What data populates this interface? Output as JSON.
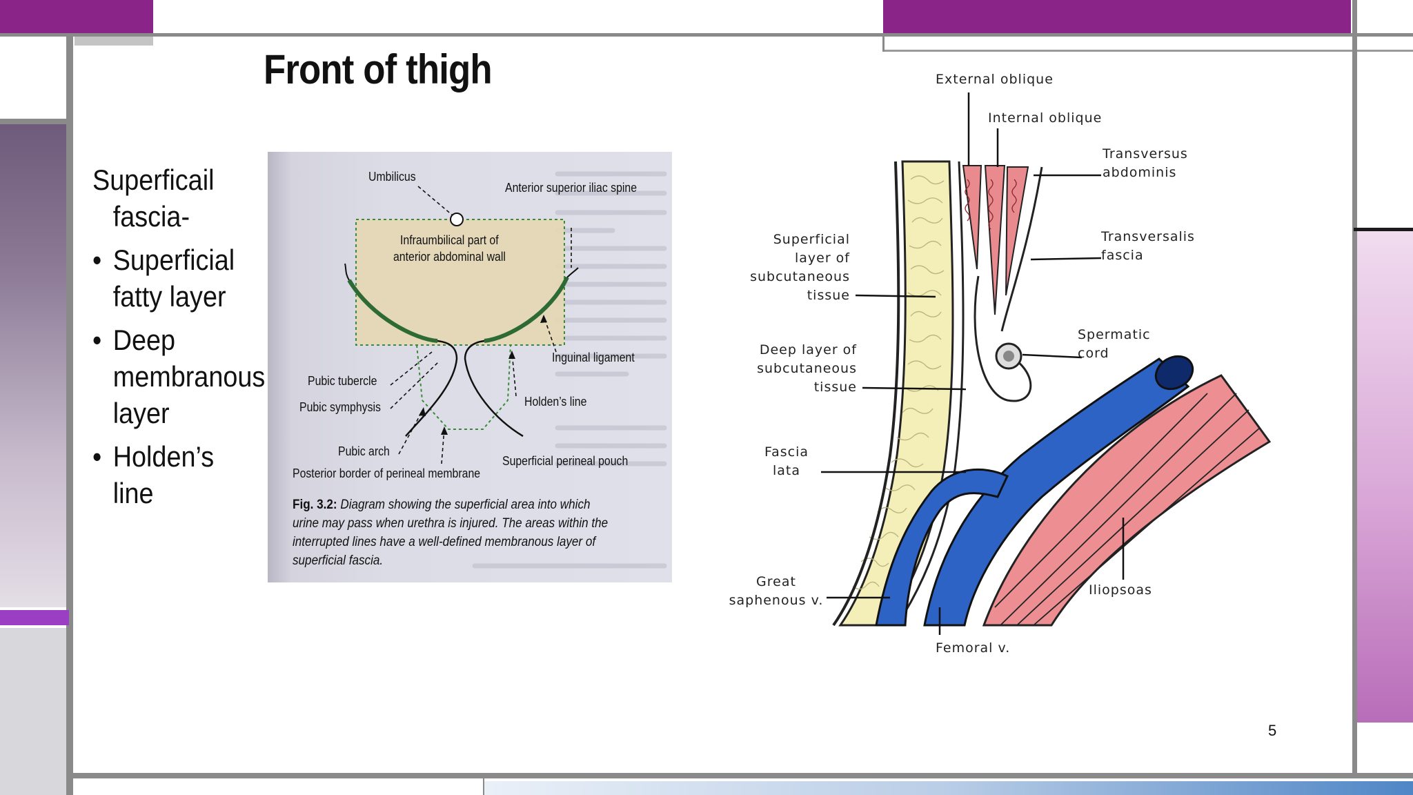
{
  "slide": {
    "title": "Front of thigh",
    "page_number": "5",
    "colors": {
      "accent_purple": "#8b2488",
      "frame_gray": "#8a8a8a",
      "blue_accent": "#4f86c6"
    }
  },
  "bullets": {
    "heading_line1": "Superficail",
    "heading_line2": "fascia-",
    "items": [
      {
        "line1": "Superficial",
        "line2": "fatty layer"
      },
      {
        "line1": "Deep",
        "line2": "membranous",
        "line3": "layer"
      },
      {
        "line1": "Holden’s line"
      }
    ]
  },
  "figure_left": {
    "labels": {
      "umbilicus": "Umbilicus",
      "asis": "Anterior superior iliac spine",
      "infra1": "Infraumbilical part of",
      "infra2": "anterior abdominal wall",
      "inguinal": "Inguinal ligament",
      "pubic_tubercle": "Pubic tubercle",
      "pubic_symphysis": "Pubic symphysis",
      "holdens": "Holden’s line",
      "pubic_arch": "Pubic arch",
      "perineal_pouch": "Superficial perineal pouch",
      "posterior_border": "Posterior border of perineal membrane"
    },
    "caption_fig": "Fig. 3.2:",
    "caption_text": "Diagram showing the superficial area into which urine may pass when urethra is injured. The areas within the interrupted lines have a well-defined membranous layer of superficial fascia."
  },
  "figure_right": {
    "labels": {
      "external_oblique": "External oblique",
      "internal_oblique": "Internal oblique",
      "transversus_1": "Transversus",
      "transversus_2": "abdominis",
      "transversalis_1": "Transversalis",
      "transversalis_2": "fascia",
      "sup_layer_1": "Superficial",
      "sup_layer_2": "layer of",
      "sup_layer_3": "subcutaneous",
      "sup_layer_4": "tissue",
      "spermatic_1": "Spermatic",
      "spermatic_2": "cord",
      "deep_layer_1": "Deep layer of",
      "deep_layer_2": "subcutaneous",
      "deep_layer_3": "tissue",
      "fascia_lata_1": "Fascia",
      "fascia_lata_2": "lata",
      "great_saph_1": "Great",
      "great_saph_2": "saphenous v.",
      "iliopsoas": "Iliopsoas",
      "femoral_v": "Femoral v."
    }
  }
}
